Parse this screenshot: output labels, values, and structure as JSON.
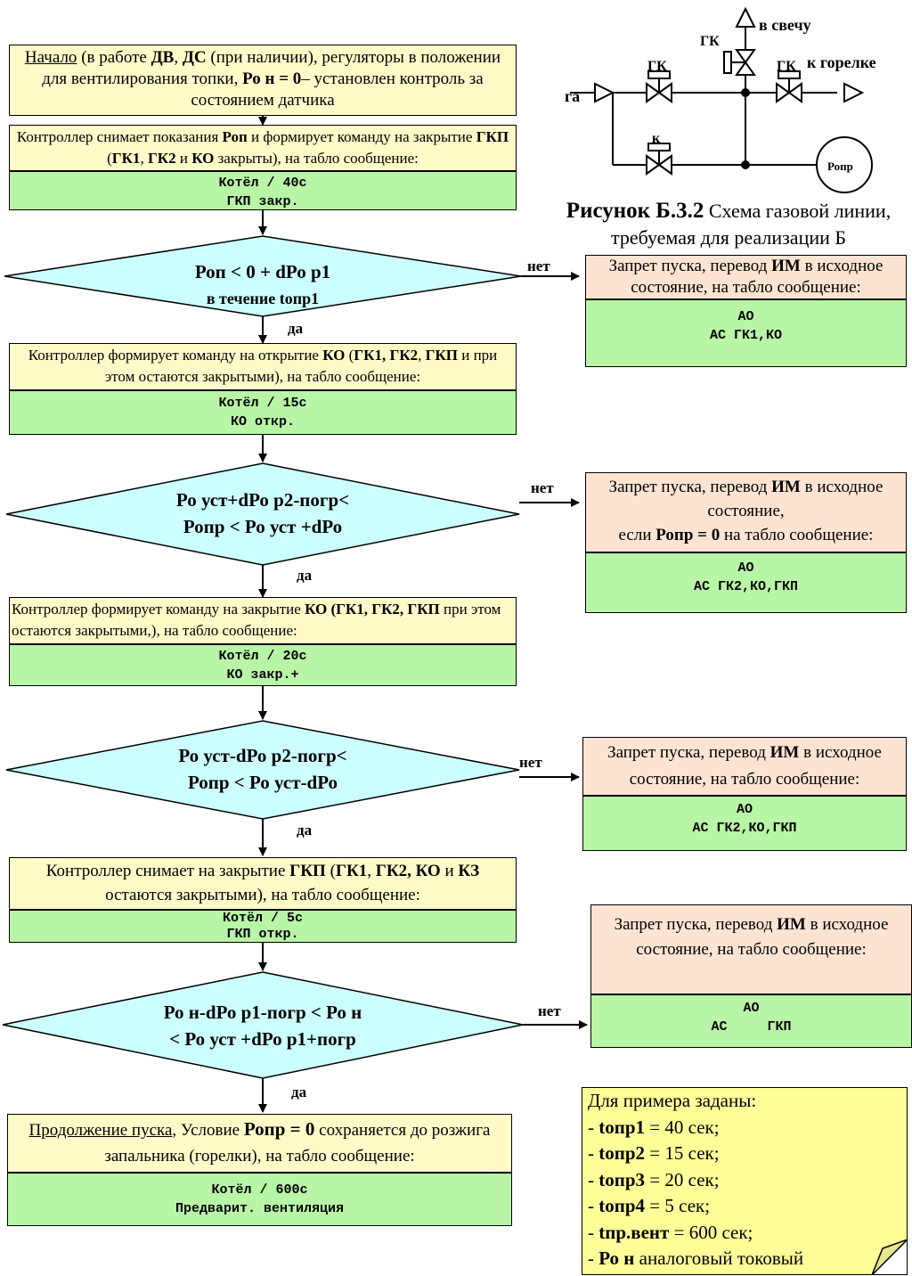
{
  "scheme": {
    "labels": [
      "в свечу",
      "ГК",
      "ГК",
      "ГК",
      "к горелке",
      "га",
      "к",
      "Ропр"
    ],
    "caption_title": "Рисунок Б.3.2",
    "caption_text": "Схема газовой линии, требуемая для реализации",
    "caption_cut": "Б"
  },
  "flow": {
    "start": {
      "t1": "Начало",
      "t2": " (в работе ",
      "b1": "ДВ",
      "t3": ", ",
      "b2": "ДС",
      "t4": " (при наличии), регуляторы в положении для вентилирования топки, ",
      "b3": "Ро н = 0",
      "t5": "– установлен контроль за состоянием датчика"
    },
    "step1": {
      "t1": "Контроллер снимает показания ",
      "b1": "Роп",
      "t2": " и формирует команду на закрытие ",
      "b2": "ГКП",
      "t3": " (",
      "b3": "ГК1",
      "t4": ", ",
      "b4": "ГК2",
      "t5": " и ",
      "b5": "КО",
      "t6": " закрыты), на табло сообщение:",
      "m1": "Котёл / 40с",
      "m2": "ГКП закр."
    },
    "d1": {
      "l1": "Роп < 0 + dРо р1",
      "l2": "в течение tопр1"
    },
    "step2": {
      "t1": "Контроллер формирует команду на открытие ",
      "b1": "КО",
      "t2": " (",
      "b2": "ГК1, ГК2",
      "t3": ", ",
      "b3": "ГКП",
      "t4": " и при этом остаются закрытыми), на табло сообщение:",
      "m1": "Котёл / 15с",
      "m2": "КО откр."
    },
    "d2": {
      "l1": "Ро уст+dРо р2-погр<",
      "l2": "Ропр < Ро уст +dРо"
    },
    "step3": {
      "t1": "Контроллер формирует команду на закрытие ",
      "b1": "КО (ГК1, ГК2,",
      "t2": " ",
      "b2": "ГКП",
      "t3": " при этом остаются закрытыми,), на табло сообщение:",
      "m1": "Котёл / 20с",
      "m2": "КО закр.+"
    },
    "d3": {
      "l1": "Ро уст-dРо р2-погр<",
      "l2": "Ропр < Ро уст-dРо"
    },
    "step4": {
      "t1": "Контроллер снимает на закрытие ",
      "b1": "ГКП",
      "t2": " (",
      "b2": "ГК1",
      "t3": ", ",
      "b3": "ГК2, КО",
      "t4": " и ",
      "b4": "КЗ",
      "t5": " остаются закрытыми), на табло сообщение:",
      "m1": "Котёл / 5с",
      "m2": "ГКП откр."
    },
    "d4": {
      "l1": "Ро н-dРо р1-погр < Ро н",
      "l2": "< Ро уст +dРо р1+погр"
    },
    "end": {
      "t1": "Продолжение пуска",
      "t2": ", Условие ",
      "b1": "Ропр = 0",
      "t3": " сохраняется до розжига запальника (горелки), на табло сообщение:",
      "m1": "Котёл / 600с",
      "m2": "Предварит. вентиляция"
    },
    "yes": "да",
    "no": "нет"
  },
  "alarms": [
    {
      "t1": "Запрет пуска, перевод ",
      "b1": "ИМ",
      "t2": " в исходное состояние, на табло сообщение:",
      "t3": "",
      "b2": "",
      "t4": "",
      "m1": "АО",
      "m2": "АС ГК1,КО"
    },
    {
      "t1": "Запрет пуска, перевод ",
      "b1": "ИМ",
      "t2": " в исходное состояние,",
      "t3": "если ",
      "b2": "Ропр = 0",
      "t4": " на табло сообщение:",
      "m1": "АО",
      "m2": "АС ГК2,КО,ГКП"
    },
    {
      "t1": "Запрет пуска, перевод ",
      "b1": "ИМ",
      "t2": " в исходное состояние, на табло сообщение:",
      "t3": "",
      "b2": "",
      "t4": "",
      "m1": "АО",
      "m2": "АС ГК2,КО,ГКП"
    },
    {
      "t1": "Запрет пуска, перевод ",
      "b1": "ИМ",
      "t2": " в исходное состояние, на табло сообщение:",
      "t3": "",
      "b2": "",
      "t4": "",
      "m1": "АО",
      "m2": "АС     ГКП"
    }
  ],
  "note": {
    "title": "Для примера заданы:",
    "items": [
      {
        "dash": "- ",
        "key": "tопр1",
        "val": " = 40 сек;"
      },
      {
        "dash": "- ",
        "key": "tопр2",
        "val": " = 15 сек;"
      },
      {
        "dash": "- ",
        "key": "tопр3",
        "val": " = 20 сек;"
      },
      {
        "dash": "- ",
        "key": "tопр4",
        "val": " = 5 сек;"
      },
      {
        "dash": "- ",
        "key": "tпр.вент",
        "val": " = 600 сек;"
      },
      {
        "dash": "- ",
        "key": "Ро н",
        "val": " аналоговый токовый"
      }
    ]
  }
}
